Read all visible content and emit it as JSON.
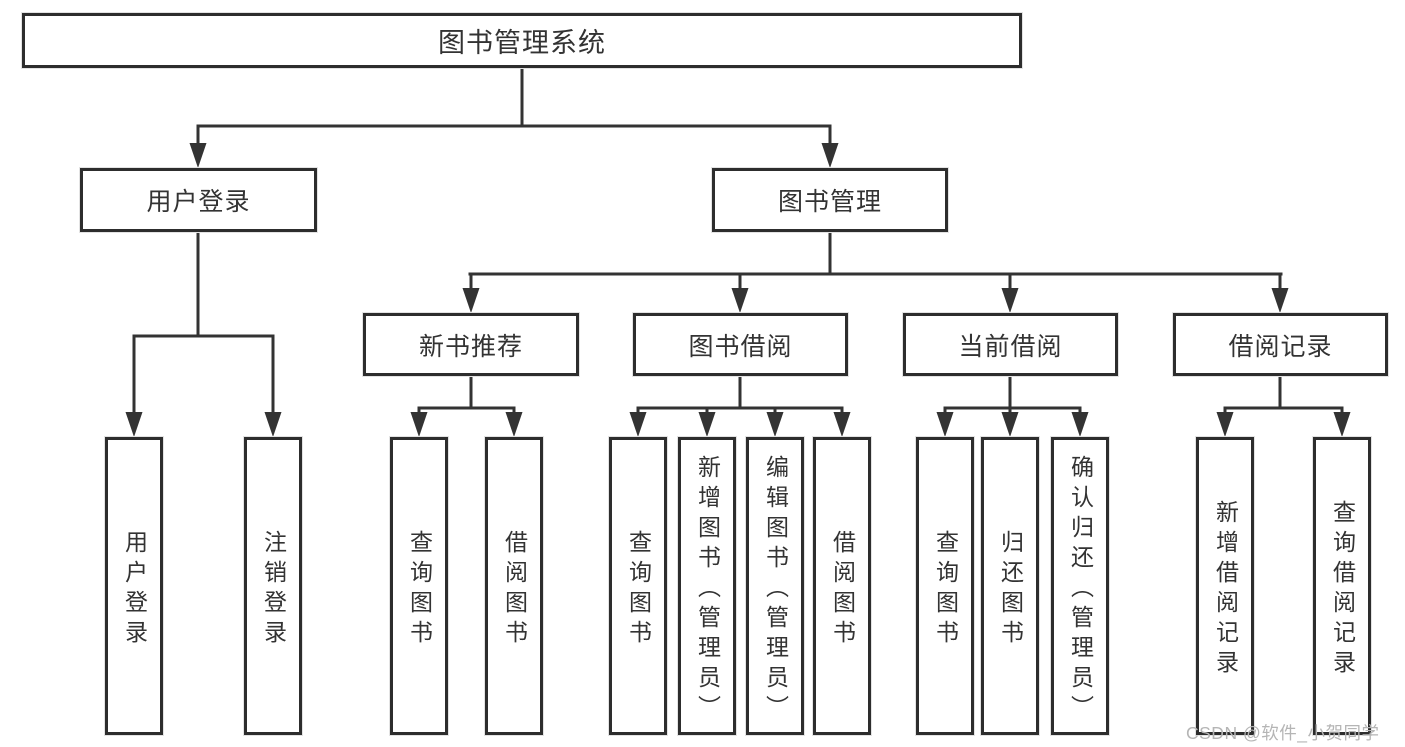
{
  "diagram": {
    "root": "图书管理系统",
    "branches": [
      {
        "label": "用户登录",
        "children": [
          "用户登录",
          "注销登录"
        ]
      },
      {
        "label": "图书管理",
        "sections": [
          {
            "label": "新书推荐",
            "children": [
              "查询图书",
              "借阅图书"
            ]
          },
          {
            "label": "图书借阅",
            "children": [
              "查询图书",
              "新增图书（管理员）",
              "编辑图书（管理员）",
              "借阅图书"
            ]
          },
          {
            "label": "当前借阅",
            "children": [
              "查询图书",
              "归还图书",
              "确认归还（管理员）"
            ]
          },
          {
            "label": "借阅记录",
            "children": [
              "新增借阅记录",
              "查询借阅记录"
            ]
          }
        ]
      }
    ]
  },
  "watermark": {
    "text": "CSDN @软件_小贺同学"
  },
  "colors": {
    "line": "#333333",
    "border": "#2d2d2d",
    "text": "#333333",
    "watermark": "#b5b5b5",
    "background": "#ffffff"
  }
}
